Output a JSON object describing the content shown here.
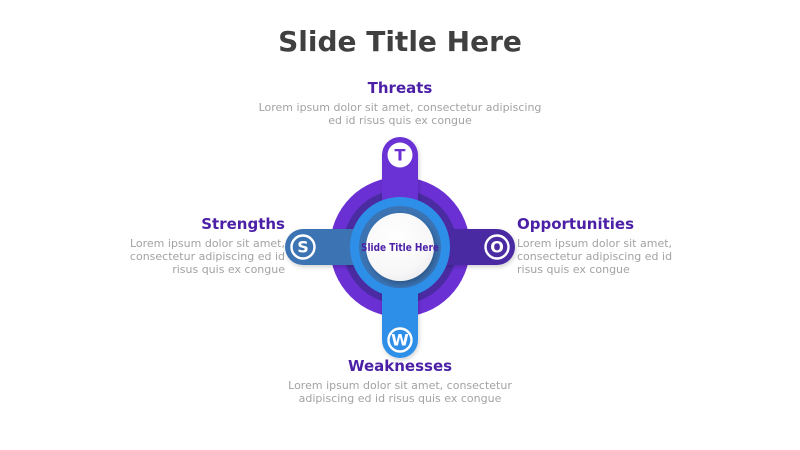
{
  "slide": {
    "title": "Slide Title Here"
  },
  "center": {
    "label": "Slide Title Here"
  },
  "quadrants": {
    "threats": {
      "heading": "Threats",
      "letter": "T",
      "body": "Lorem ipsum dolor sit amet, consectetur adipiscing ed id risus quis ex congue"
    },
    "opportunities": {
      "heading": "Opportunities",
      "letter": "O",
      "body": "Lorem ipsum dolor sit amet, consectetur adipiscing ed id risus quis ex congue"
    },
    "weaknesses": {
      "heading": "Weaknesses",
      "letter": "W",
      "body": "Lorem ipsum dolor sit amet, consectetur adipiscing ed id risus quis ex congue"
    },
    "strengths": {
      "heading": "Strengths",
      "letter": "S",
      "body": "Lorem ipsum dolor sit amet, consectetur adipiscing ed id risus quis ex congue"
    }
  },
  "colors": {
    "title_text": "#404040",
    "heading_text": "#4B1FA6",
    "body_text": "#A3A3A3",
    "center_label_text": "#4B1FA6",
    "purple": "#6B30D4",
    "indigo": "#4A2BA2",
    "bright_blue": "#2E8FE9",
    "steel_blue": "#3B73B3",
    "badge_white": "#FFFFFF",
    "t_letter": "#6B30D4"
  }
}
